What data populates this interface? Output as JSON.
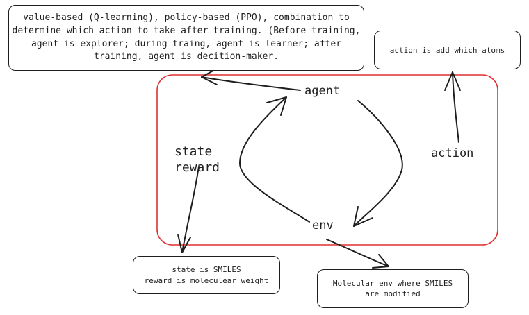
{
  "notes": {
    "policy": "value-based (Q-learning), policy-based (PPO), combination to\ndetermine which action to take after training. (Before training,\nagent is explorer; during traing, agent is learner; after\ntraining, agent is decition-maker.",
    "action_def": "action is add which atoms",
    "state_def": "state is SMILES\nreward is moleculear weight",
    "env_def": "Molecular env where SMILES\nare modified"
  },
  "labels": {
    "agent": "agent",
    "env": "env",
    "action": "action",
    "state_reward": "state\nreward"
  },
  "colors": {
    "stroke": "#1e1e1e",
    "frame": "#e03131"
  }
}
